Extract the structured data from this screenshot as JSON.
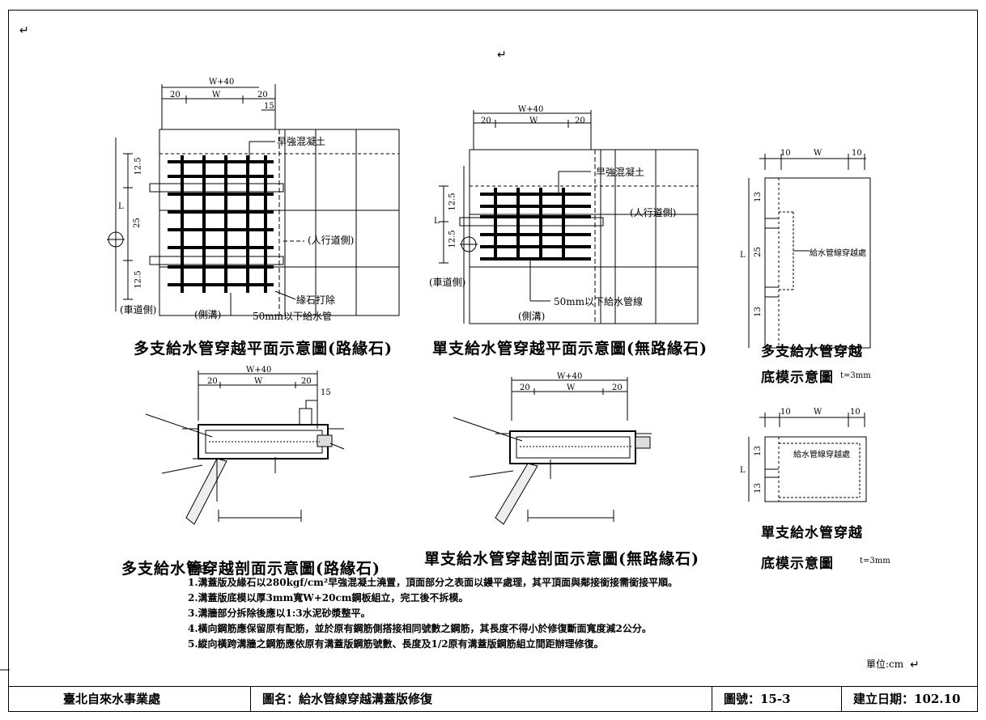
{
  "marks": {
    "return_mark": "↵"
  },
  "captions": {
    "plan_multi": "多支給水管穿越平面示意圖(路緣石)",
    "plan_single": "單支給水管穿越平面示意圖(無路緣石)",
    "formwork_multi_1": "多支給水管穿越",
    "formwork_multi_2": "底模示意圖",
    "formwork_multi_t": "t=3mm",
    "section_multi": "多支給水管穿越剖面示意圖(路緣石)",
    "section_single": "單支給水管穿越剖面示意圖(無路緣石)",
    "formwork_single_1": "單支給水管穿越",
    "formwork_single_2": "底模示意圖",
    "formwork_single_t": "t=3mm"
  },
  "plan_multi_labels": {
    "concrete": "早強混凝土",
    "sidewalk": "(人行道側)",
    "curb_remove": "緣石打除",
    "pipe": "50mm以下給水管",
    "roadway": "(車道側)",
    "gutter": "(側溝)",
    "dim_total": "W+40",
    "dim_20a": "20",
    "dim_w": "W",
    "dim_20b": "20",
    "dim_15": "15",
    "dim_125a": "12.5",
    "dim_25": "25",
    "dim_125b": "12.5",
    "dim_l": "L"
  },
  "plan_single_labels": {
    "concrete": "早強混凝土",
    "sidewalk": "(人行道側)",
    "roadway": "(車道側)",
    "pipe": "50mm以下給水管線",
    "gutter": "(側溝)",
    "dim_total": "W+40",
    "dim_20a": "20",
    "dim_w": "W",
    "dim_20b": "20",
    "dim_125a": "12.5",
    "dim_125b": "12.5",
    "dim_l": "L"
  },
  "formwork_multi_labels": {
    "dim_10a": "10",
    "dim_w": "W",
    "dim_10b": "10",
    "dim_13a": "13",
    "dim_25": "25",
    "dim_13b": "13",
    "dim_l": "L",
    "opening": "給水管線穿越處"
  },
  "formwork_single_labels": {
    "dim_10a": "10",
    "dim_w": "W",
    "dim_10b": "10",
    "dim_13a": "13",
    "dim_13b": "13",
    "dim_l": "L",
    "opening": "給水管線穿越處"
  },
  "section_labels": {
    "dim_total_a": "W+40",
    "dim_total_b": "W+40",
    "dim_20a": "20",
    "dim_w_a": "W",
    "dim_20b": "20",
    "dim_20c": "20",
    "dim_w_b": "W",
    "dim_20d": "20",
    "dim_15": "15"
  },
  "notes": {
    "title": "附註:",
    "items": [
      "1.溝蓋版及緣石以280kgf/cm²早強混凝土澆置，頂面部分之表面以鏝平處理，其平頂面與鄰接銜接需銜接平順。",
      "2.溝蓋版底模以厚3mm寬W+20cm鋼板組立，完工後不拆模。",
      "3.溝牆部分拆除後應以1:3水泥砂漿整平。",
      "4.橫向鋼筋應保留原有配筋，並於原有鋼筋側搭接相同號數之鋼筋，其長度不得小於修復斷面寬度減2公分。",
      "5.縱向橫跨溝牆之鋼筋應依原有溝蓋版鋼筋號數、長度及1/2原有溝蓋版鋼筋組立間距辦理修復。"
    ]
  },
  "unit": "單位:cm",
  "titleblock": {
    "org": "臺北自來水事業處",
    "name": "圖名：給水管線穿越溝蓋版修復",
    "sheet": "圖號：15-3",
    "date": "建立日期：102.10"
  }
}
